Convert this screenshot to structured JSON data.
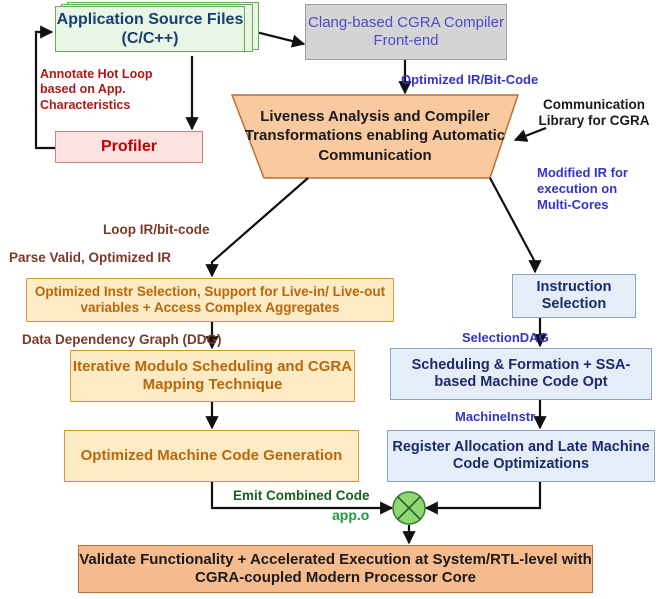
{
  "diagram": {
    "source_files": "Application Source Files (C/C++)",
    "clang_frontend": "Clang-based CGRA Compiler Front-end",
    "profiler": "Profiler",
    "annotate_note": "Annotate Hot Loop based on App. Characteristics",
    "optimized_ir_bitcode": "Optimized IR/Bit-Code",
    "liveness_box": "Liveness Analysis and Compiler Transformations enabling Automatic Communication",
    "communication_library": "Communication Library for CGRA",
    "modified_ir": "Modified IR for execution on Multi-Cores",
    "loop_ir": "Loop IR/bit-code",
    "parse_valid": "Parse Valid, Optimized IR",
    "optimized_instr_selection": "Optimized Instr Selection, Support for Live-in/ Live-out variables + Access Complex Aggregates",
    "ddg": "Data Dependency Graph (DDG)",
    "modulo_scheduling": "Iterative Modulo Scheduling and CGRA Mapping Technique",
    "optimized_machine_code": "Optimized Machine Code Generation",
    "instruction_selection": "Instruction Selection",
    "selection_dag": "SelectionDAG",
    "scheduling_formation": "Scheduling & Formation + SSA-based Machine Code Opt",
    "machine_instr": "MachineInstr",
    "register_allocation": "Register Allocation and Late Machine Code Optimizations",
    "emit_combined": "Emit Combined Code",
    "app_o": "app.o",
    "validate": "Validate Functionality + Accelerated Execution at System/RTL-level with CGRA-coupled Modern Processor Core"
  },
  "colors": {
    "arrow": "#111111",
    "source_fill": "#e8f6e6",
    "clang_fill": "#d4d4d4",
    "profiler_fill": "#fde2e2",
    "liveness_fill": "#f9c9a0",
    "left_flow_fill": "#fdebc6",
    "right_flow_fill": "#e4edf8",
    "validate_fill": "#f7bc8e",
    "combine_node": "#8fd873"
  },
  "icons": {
    "combine_node": "circle-x-icon"
  }
}
